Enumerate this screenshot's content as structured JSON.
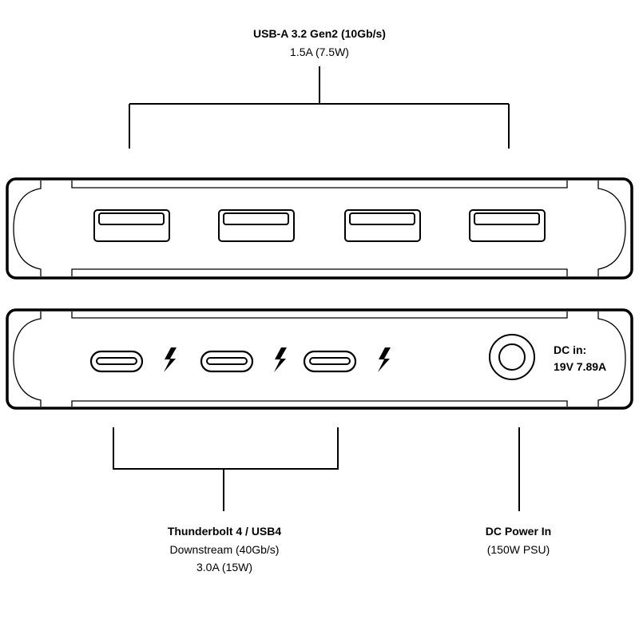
{
  "usb_a": {
    "title": "USB-A 3.2 Gen2 (10Gb/s)",
    "power": "1.5A (7.5W)",
    "port_count": 4
  },
  "panel_back": {
    "dc_label_1": "DC in:",
    "dc_label_2": "19V 7.89A"
  },
  "thunderbolt": {
    "title": "Thunderbolt 4 / USB4",
    "line2": "Downstream (40Gb/s)",
    "line3": "3.0A (15W)",
    "port_count": 3
  },
  "dc_power": {
    "title": "DC Power In",
    "line2": "(150W PSU)"
  },
  "colors": {
    "stroke": "#000000",
    "background": "#ffffff"
  }
}
